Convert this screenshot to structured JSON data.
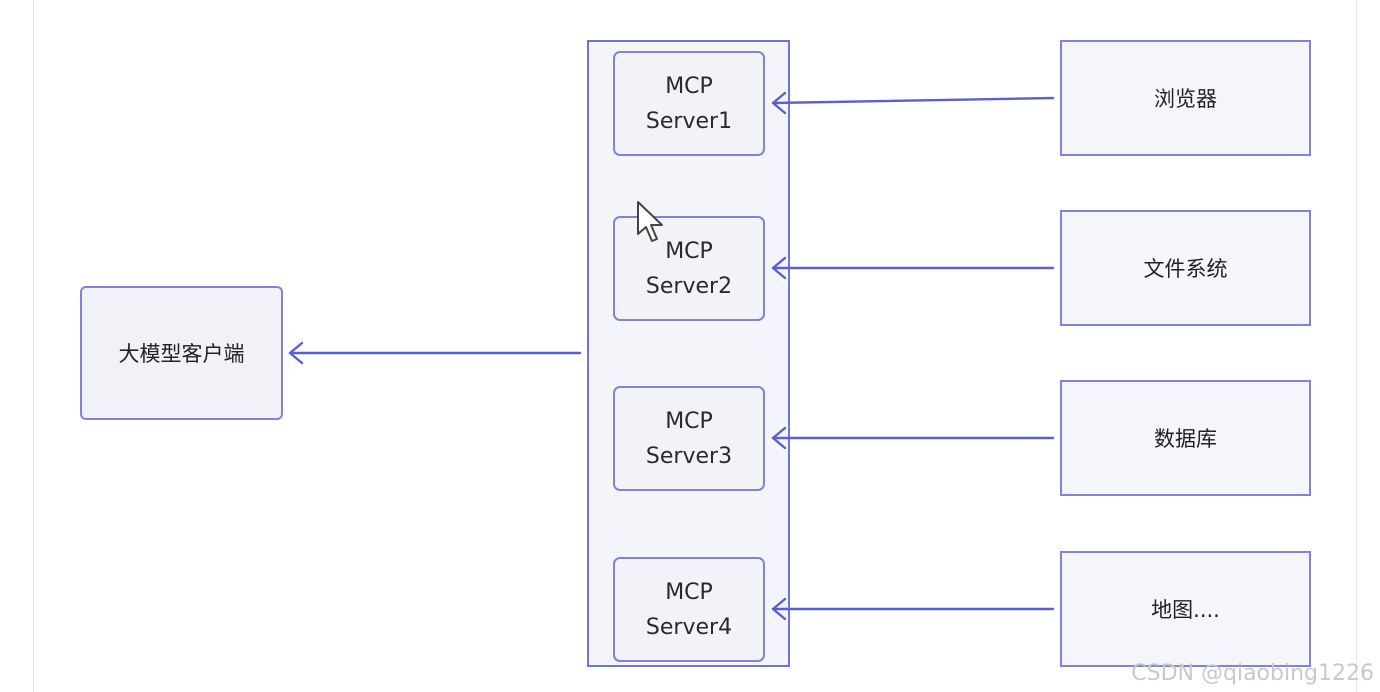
{
  "diagram": {
    "client": {
      "label": "大模型客户端"
    },
    "servers": [
      {
        "line1": "MCP",
        "line2": "Server1"
      },
      {
        "line1": "MCP",
        "line2": "Server2"
      },
      {
        "line1": "MCP",
        "line2": "Server3"
      },
      {
        "line1": "MCP",
        "line2": "Server4"
      }
    ],
    "resources": [
      {
        "label": "浏览器"
      },
      {
        "label": "文件系统"
      },
      {
        "label": "数据库"
      },
      {
        "label": "地图...."
      }
    ],
    "colors": {
      "accent": "#5b5fd0",
      "node_border": "#7f83dc",
      "node_fill": "#f1f2f8"
    }
  },
  "watermark": "CSDN @qiaobing1226"
}
